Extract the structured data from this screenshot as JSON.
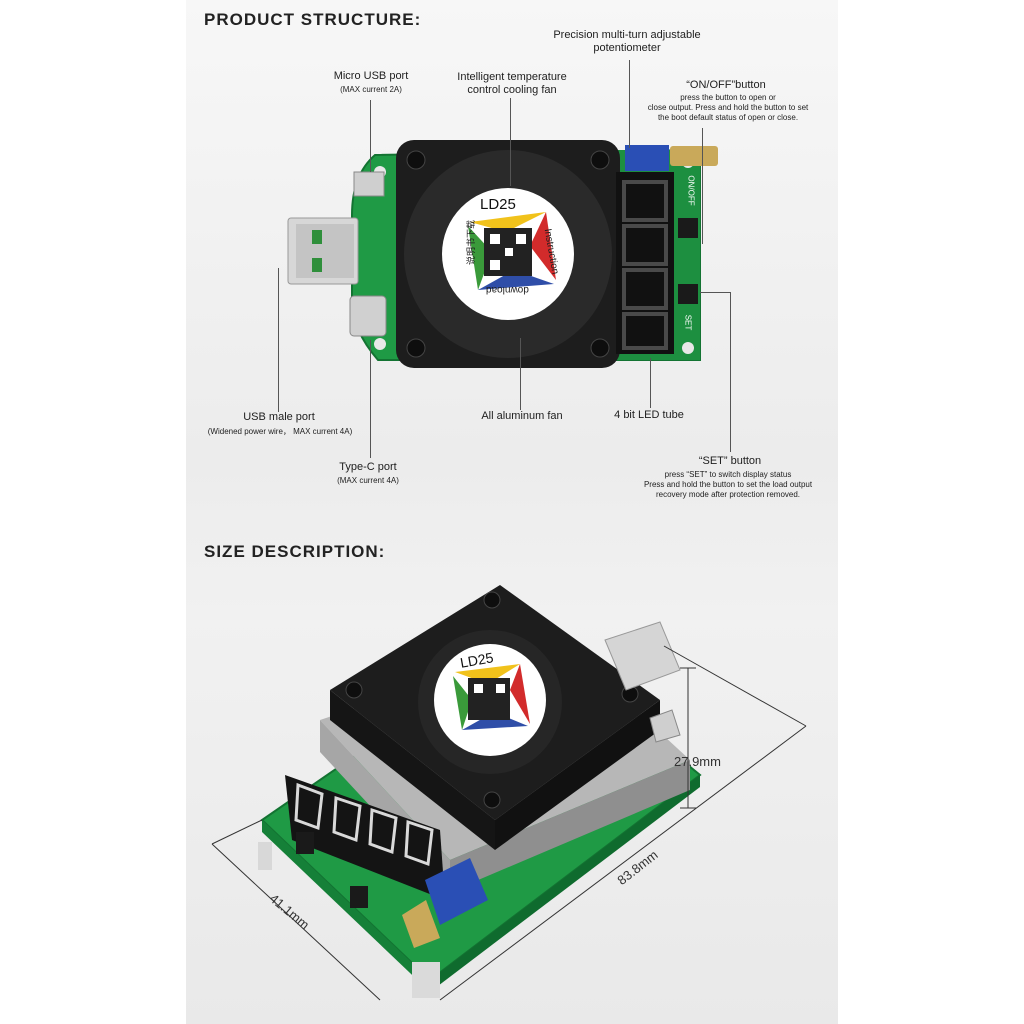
{
  "sections": {
    "structure_title": "PRODUCT STRUCTURE:",
    "size_title": "SIZE DESCRIPTION:"
  },
  "callouts": {
    "micro_usb": {
      "title": "Micro USB port",
      "sub": "(MAX current 2A)"
    },
    "fan": {
      "title_line1": "Intelligent temperature",
      "title_line2": "control cooling fan"
    },
    "potentiometer": {
      "title_line1": "Precision multi-turn adjustable",
      "title_line2": "potentiometer"
    },
    "onoff": {
      "title": "“ON/OFF”button",
      "line1": "press the button to open or",
      "line2": "close output. Press and hold the button to set",
      "line3": "the boot default  status of open or close."
    },
    "usb_male": {
      "title": "USB male port",
      "sub": "(Widened power wire， MAX current 4A)"
    },
    "aluminum_fan": {
      "title": "All aluminum fan"
    },
    "led_tube": {
      "title": "4 bit LED tube"
    },
    "type_c": {
      "title": "Type-C port",
      "sub": "(MAX current 4A)"
    },
    "set": {
      "title": "“SET” button",
      "line1": "press “SET” to switch display status",
      "line2": "Press and hold the button to set the load output",
      "line3": "recovery mode after protection removed."
    }
  },
  "device": {
    "model": "LD25",
    "sticker_right": "Instruction",
    "sticker_bottom": "download",
    "sticker_left": "说明书下载",
    "button_onoff": "ON/OFF",
    "button_set": "SET"
  },
  "dimensions": {
    "height": "27.9mm",
    "length": "83.8mm",
    "width": "41.1mm"
  },
  "colors": {
    "pcb": "#1f9a45",
    "fan": "#1d1d1d",
    "led_red": "#e4242b",
    "pot_blue": "#2a4fb5",
    "sticker_yellow": "#f1c21b",
    "sticker_blue": "#2f4ea8",
    "sticker_green": "#3a9a3a",
    "sticker_red": "#d22b2b"
  }
}
